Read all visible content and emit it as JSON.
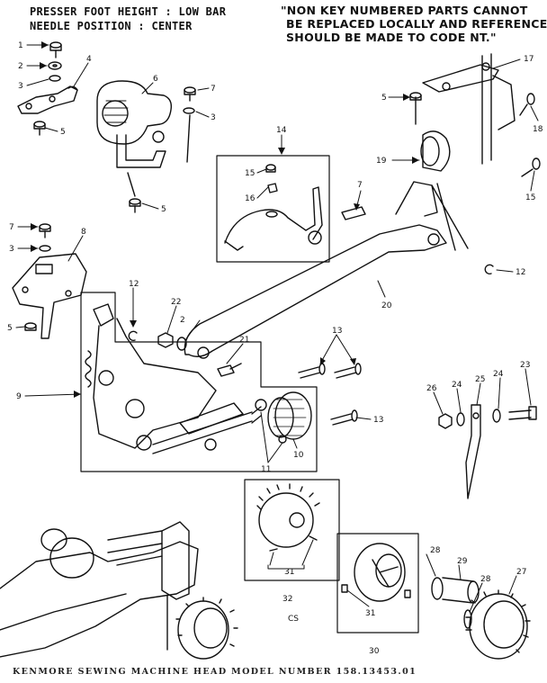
{
  "header": {
    "line1": "PRESSER FOOT HEIGHT : LOW BAR",
    "line2": "NEEDLE POSITION : CENTER"
  },
  "note": {
    "line1": "\"NON KEY NUMBERED PARTS CANNOT",
    "line2": "BE REPLACED LOCALLY AND REFERENCE",
    "line3": "SHOULD BE MADE TO CODE NT.\""
  },
  "footer": "KENMORE SEWING MACHINE HEAD MODEL NUMBER 158.13453.01",
  "stray_mark": "CS",
  "callouts": [
    "1",
    "2",
    "2",
    "3",
    "3",
    "3",
    "4",
    "5",
    "5",
    "5",
    "5",
    "6",
    "7",
    "7",
    "7",
    "8",
    "9",
    "10",
    "11",
    "12",
    "12",
    "13",
    "13",
    "14",
    "15",
    "15",
    "16",
    "17",
    "18",
    "19",
    "20",
    "21",
    "22",
    "23",
    "24",
    "24",
    "25",
    "26",
    "27",
    "28",
    "28",
    "29",
    "30",
    "31",
    "31",
    "32"
  ]
}
